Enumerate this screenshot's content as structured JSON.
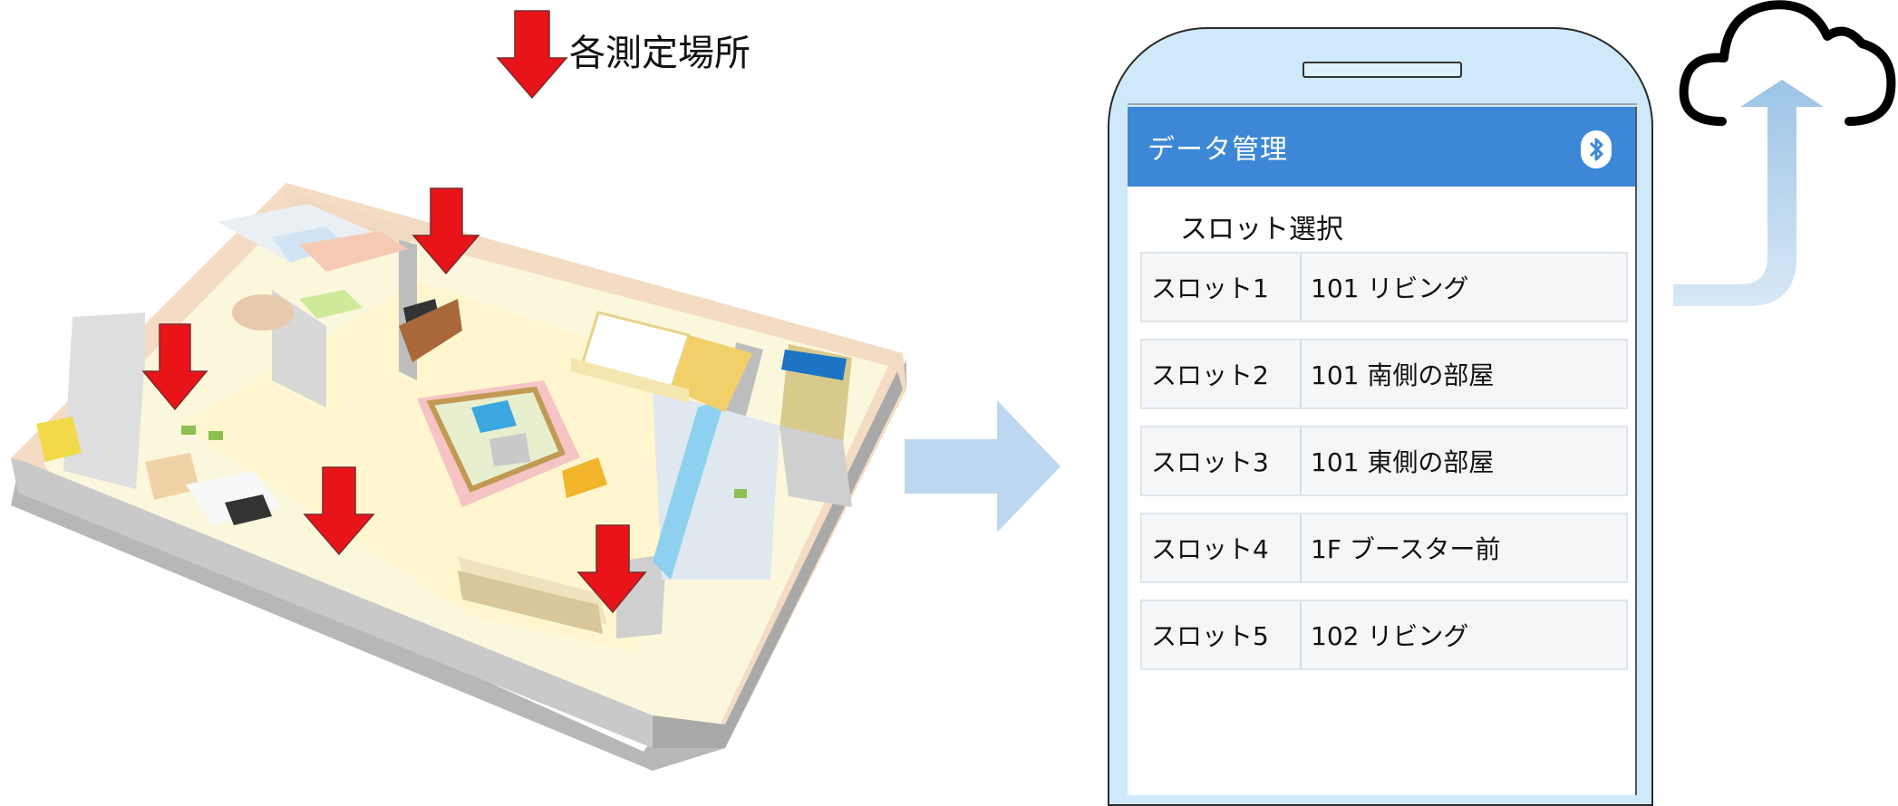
{
  "legend": {
    "label": "各測定場所"
  },
  "phone": {
    "app_bar": {
      "title": "データ管理",
      "bluetooth_icon": "bluetooth-icon"
    },
    "section_title": "スロット選択",
    "slots": [
      {
        "name": "スロット1",
        "location": "101 リビング"
      },
      {
        "name": "スロット2",
        "location": "101 南側の部屋"
      },
      {
        "name": "スロット3",
        "location": "101 東側の部屋"
      },
      {
        "name": "スロット4",
        "location": "1F ブースター前"
      },
      {
        "name": "スロット5",
        "location": "102 リビング"
      }
    ]
  },
  "colors": {
    "marker_arrow": "#e8141a",
    "app_bar": "#3d88d6",
    "phone_body": "#cfe9fb",
    "flow_arrow": "#bcd7ef"
  },
  "icons": [
    "measurement-arrow-icon",
    "bluetooth-icon",
    "cloud-icon",
    "upload-arrow-icon"
  ]
}
